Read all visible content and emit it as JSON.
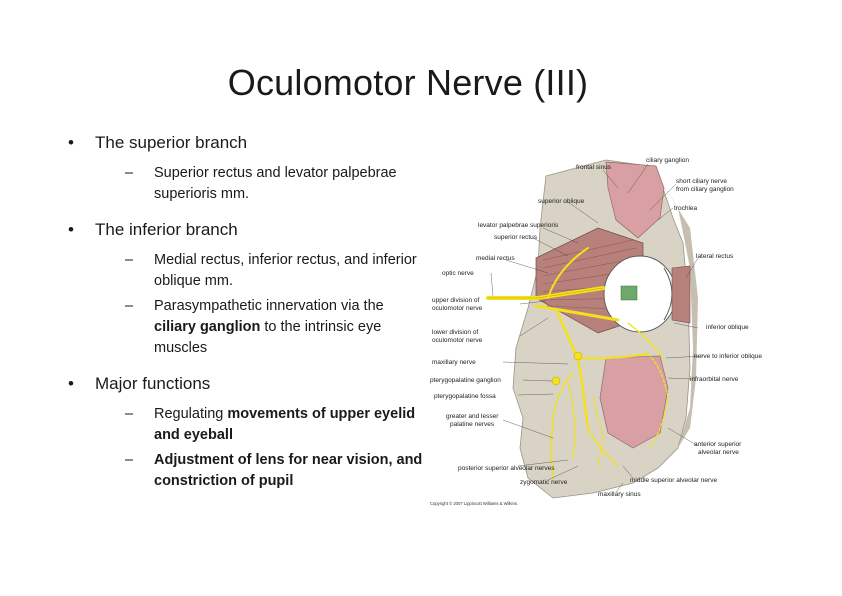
{
  "slide": {
    "title": "Oculomotor Nerve (III)",
    "bullets": [
      {
        "text": "The superior branch",
        "subs": [
          {
            "parts": [
              {
                "t": "Superior rectus and levator palpebrae superioris mm.",
                "b": false
              }
            ]
          }
        ]
      },
      {
        "text": "The inferior branch",
        "subs": [
          {
            "parts": [
              {
                "t": "Medial rectus, inferior rectus, and inferior oblique mm.",
                "b": false
              }
            ]
          },
          {
            "parts": [
              {
                "t": "Parasympathetic innervation via the ",
                "b": false
              },
              {
                "t": "ciliary ganglion",
                "b": true
              },
              {
                "t": " to the intrinsic eye muscles",
                "b": false
              }
            ]
          }
        ]
      },
      {
        "text": "Major functions",
        "subs": [
          {
            "parts": [
              {
                "t": "Regulating ",
                "b": false
              },
              {
                "t": "movements of upper eyelid and eyeball",
                "b": true
              }
            ]
          },
          {
            "parts": [
              {
                "t": "Adjustment of lens for near vision, and constriction of pupil",
                "b": true
              }
            ]
          }
        ]
      }
    ]
  },
  "figure": {
    "labels": {
      "ciliary_ganglion": "ciliary ganglion",
      "frontal_sinus": "frontal sinus",
      "short_ciliary_1": "short ciliary nerve",
      "short_ciliary_2": "from ciliary ganglion",
      "superior_oblique": "superior oblique",
      "trochlea": "trochlea",
      "levator": "levator palpebrae superioris",
      "superior_rectus": "superior rectus",
      "lateral_rectus": "lateral rectus",
      "medial_rectus": "medial rectus",
      "optic_nerve": "optic nerve",
      "upper_div_1": "upper division of",
      "upper_div_2": "oculomotor nerve",
      "inferior_oblique": "inferior oblique",
      "lower_div_1": "lower division of",
      "lower_div_2": "oculomotor nerve",
      "nerve_inf_oblique": "nerve to inferior oblique",
      "maxillary_nerve": "maxillary nerve",
      "pterygopalatine_ganglion": "pterygopalatine ganglion",
      "infraorbital": "infraorbital nerve",
      "pterygopalatine_fossa": "pterygopalatine fossa",
      "palatine_1": "greater and lesser",
      "palatine_2": "palatine nerves",
      "ant_sup_1": "anterior superior",
      "ant_sup_2": "alveolar nerve",
      "post_sup": "posterior superior alveolar nerves",
      "zygomatic": "zygomatic nerve",
      "middle_sup": "middle superior alveolar nerve",
      "max_sinus": "maxillary sinus",
      "copyright": "Copyright © 2007 Lippincott Williams & Wilkins."
    },
    "colors": {
      "bone": "#d9d3c5",
      "muscle": "#b8807a",
      "nerve": "#f2e11c",
      "sinus": "#d9a0a4",
      "eye": "#ffffff"
    }
  }
}
